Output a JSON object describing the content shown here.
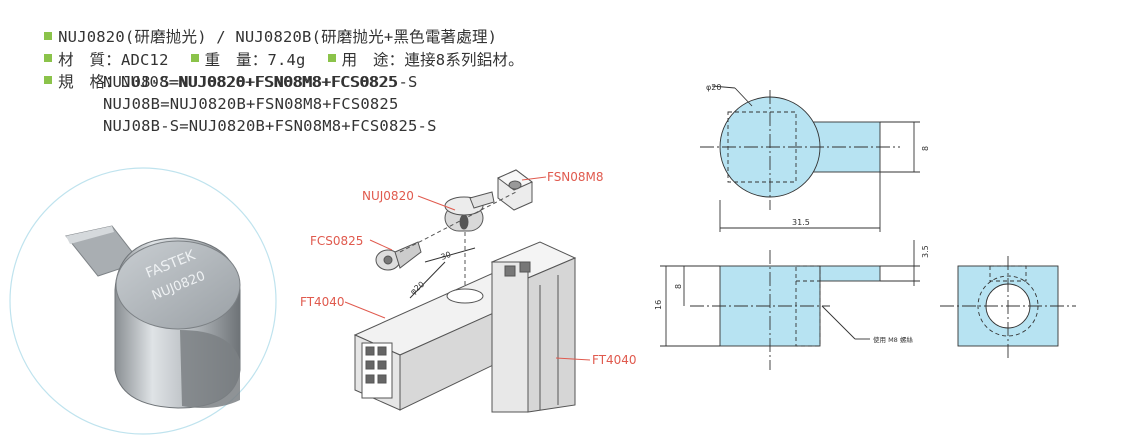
{
  "specs": {
    "line1": "NUJ0820(研磨抛光) / NUJ0820B(研磨抛光+黑色電著處理)",
    "material_label": "材　質：",
    "material_value": "ADC12",
    "weight_label": "重　量：",
    "weight_value": "7.4g",
    "usage_label": "用　途：",
    "usage_value": "連接8系列鋁材。",
    "spec_label": "規　格：",
    "spec_lines": [
      "NUJ08=NUJ0820+FSN08M8+FCS0825",
      "NUJ08-S=NUJ0820+FSN08M8+FCS0825-S",
      "NUJ08B=NUJ0820B+FSN08M8+FCS0825",
      "NUJ08B-S=NUJ0820B+FSN08M8+FCS0825-S"
    ]
  },
  "photo": {
    "engraving_1": "FASTEK",
    "engraving_2": "NUJ0820"
  },
  "assembly": {
    "label_nuj": "NUJ0820",
    "label_fsn": "FSN08M8",
    "label_fcs": "FCS0825",
    "label_ft_left": "FT4040",
    "label_ft_right": "FT4040",
    "dim_phi": "φ20",
    "dim_30": "30"
  },
  "drawing": {
    "phi20": "φ20",
    "dim_8_top": "8",
    "dim_31_5": "31.5",
    "dim_3_5": "3.5",
    "dim_16": "16",
    "dim_8_side": "8",
    "note": "使用 M8 螺絲"
  },
  "colors": {
    "accent": "#8bc34a",
    "callout": "#e05a4e",
    "part_fill": "#b7e3f2"
  }
}
